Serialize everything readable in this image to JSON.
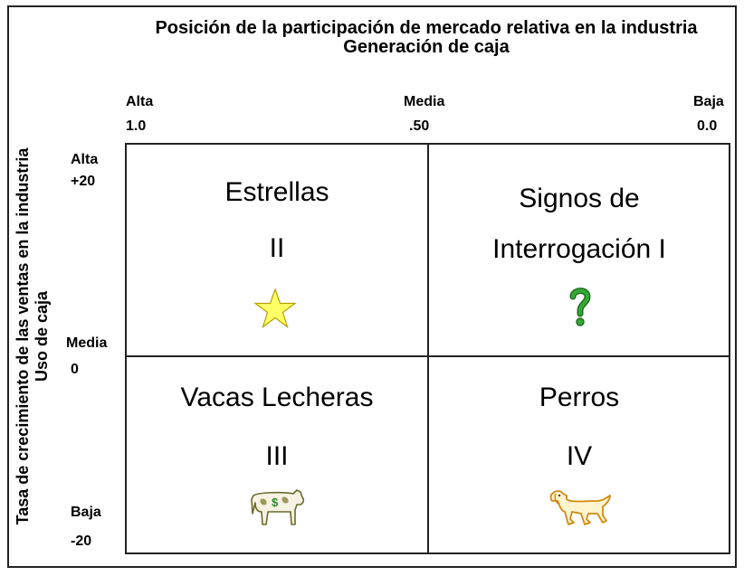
{
  "header": {
    "title_line1": "Posición de la participación de mercado relativa en la industria",
    "title_line2": "Generación de caja"
  },
  "y_axis": {
    "label_line1": "Tasa de crecimiento de las ventas en la  industria",
    "label_line2": "Uso de caja",
    "ticks": [
      {
        "label": "Alta",
        "value": "+20"
      },
      {
        "label": "Media",
        "value": "0"
      },
      {
        "label": "Baja",
        "value": "-20"
      }
    ]
  },
  "x_axis": {
    "ticks": [
      {
        "label": "Alta",
        "value": "1.0"
      },
      {
        "label": "Media",
        "value": ".50"
      },
      {
        "label": "Baja",
        "value": "0.0"
      }
    ]
  },
  "quadrants": {
    "top_left": {
      "name": "Estrellas",
      "numeral": "II",
      "icon": "star-icon"
    },
    "top_right": {
      "name_line1": "Signos de",
      "name_line2": "Interrogación I",
      "icon": "question-mark-icon"
    },
    "bottom_left": {
      "name": "Vacas Lecheras",
      "numeral": "III",
      "icon": "cow-icon"
    },
    "bottom_right": {
      "name": "Perros",
      "numeral": "IV",
      "icon": "dog-icon"
    }
  },
  "colors": {
    "star": "#ffff66",
    "question_mark": "#33aa33",
    "cow": "#6b6b2a",
    "dog": "#e0a020"
  }
}
